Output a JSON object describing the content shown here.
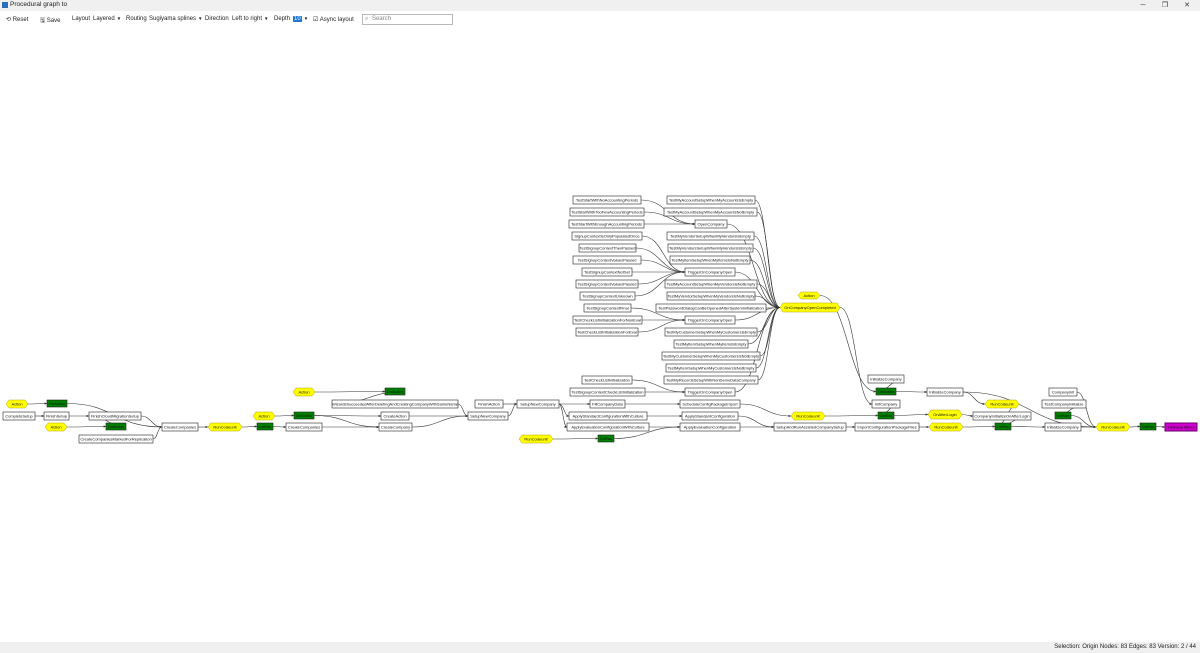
{
  "window": {
    "title": "Procedural graph to",
    "minimize": "─",
    "maximize": "❐",
    "close": "✕"
  },
  "toolbar": {
    "reset": "Reset",
    "save": "Save",
    "layout_label": "Layout",
    "layout_value": "Layered",
    "routing_label": "Routing",
    "routing_value": "Sugiyama splines",
    "direction_label": "Direction",
    "direction_value": "Left to right",
    "depth_label": "Depth",
    "depth_value": "10",
    "async_label": "Async layout",
    "async_checked": true,
    "search_placeholder": "Search"
  },
  "status": {
    "text": "Selection: Origin  Nodes: 83  Edges: 83  Version: 2 / 44"
  },
  "graph": {
    "colors": {
      "event": "#ffff00",
      "subscriber": "#008000",
      "method": "#ffffff",
      "origin": "#d000d0"
    },
    "nodes": [
      {
        "id": "n1",
        "label": "TestStartWithNoAccountingPeriods",
        "kind": "method"
      },
      {
        "id": "n2",
        "label": "TestStartWithTooFewAccountingPeriods",
        "kind": "method"
      },
      {
        "id": "n3",
        "label": "TestStartWithEnoughAccountingPeriods",
        "kind": "method"
      },
      {
        "id": "n4",
        "label": "SignupContextIsOnlyPopulatedOnce",
        "kind": "method"
      },
      {
        "id": "n5",
        "label": "TestSignupContextThenPassed",
        "kind": "method"
      },
      {
        "id": "n6",
        "label": "TestSignupContextValuesPassed",
        "kind": "method"
      },
      {
        "id": "n7",
        "label": "TestSignupContextNotSet",
        "kind": "method"
      },
      {
        "id": "n8",
        "label": "TestSignupContextValuesPassed",
        "kind": "method"
      },
      {
        "id": "n9",
        "label": "TestSignupContextUnknown",
        "kind": "method"
      },
      {
        "id": "n10",
        "label": "TestSignupContextFinal",
        "kind": "method"
      },
      {
        "id": "n11",
        "label": "TestCheckListInitializationForNonEval",
        "kind": "method"
      },
      {
        "id": "n12",
        "label": "TestCheckListInitializationForEval",
        "kind": "method"
      },
      {
        "id": "n13",
        "label": "TestMyAccountSetupWhenMyAccountsIsEmpty",
        "kind": "method"
      },
      {
        "id": "n14",
        "label": "TestMyAccountSetupWhenMyAccountsNotEmpty",
        "kind": "method"
      },
      {
        "id": "n15",
        "label": "OpenCompany",
        "kind": "method"
      },
      {
        "id": "n16",
        "label": "TestMyVendorSetupWhenMyVendorsIsEmpty",
        "kind": "method"
      },
      {
        "id": "n17",
        "label": "TestMyVendorsSetupWhenMyVendorsIsEmpty",
        "kind": "method"
      },
      {
        "id": "n18",
        "label": "TestMyItemSetupWhenMyItemsIsNotEmpty",
        "kind": "method"
      },
      {
        "id": "n19",
        "label": "TriggerOnCompanyOpen",
        "kind": "method"
      },
      {
        "id": "n20",
        "label": "TestMyAccountSetupWhenMyVendorsIsNotEmpty",
        "kind": "method"
      },
      {
        "id": "n21",
        "label": "TestMyVendorSetupWhenMyVendorsIsNotEmpty",
        "kind": "method"
      },
      {
        "id": "n22",
        "label": "TestPasswordDialogCanBeOpenedAfterSystemInitialization",
        "kind": "method"
      },
      {
        "id": "n23",
        "label": "TriggerOnCompanyOpen",
        "kind": "method"
      },
      {
        "id": "n24",
        "label": "TestMyCustomerSetupWhenMyCustomersIsEmpty",
        "kind": "method"
      },
      {
        "id": "n25",
        "label": "TestMyItemSetupWhenMyItemsIsEmpty",
        "kind": "method"
      },
      {
        "id": "n26",
        "label": "TestMyCustomerSetupWhenMyCustomersIsNotEmpty",
        "kind": "method"
      },
      {
        "id": "n27",
        "label": "TestMyItemSetupWhenMyCustomersIsNotEmpty",
        "kind": "method"
      },
      {
        "id": "n28",
        "label": "TestMyRecordsSetupWithNonDemoDataCompany",
        "kind": "method"
      },
      {
        "id": "n29",
        "label": "TestCheckListInitialization",
        "kind": "method"
      },
      {
        "id": "n30",
        "label": "TestSignupContextCheckListInitialization",
        "kind": "method"
      },
      {
        "id": "n31",
        "label": "TriggerOnCompanyOpen",
        "kind": "method"
      },
      {
        "id": "n32",
        "label": "OnCompanyOpenCompleted",
        "kind": "event"
      },
      {
        "id": "n33",
        "label": "Action",
        "kind": "event"
      },
      {
        "id": "n34",
        "label": "InitializeCompany",
        "kind": "method"
      },
      {
        "id": "n35",
        "label": "OnAction",
        "kind": "subscriber"
      },
      {
        "id": "n36",
        "label": "InitializeCompany",
        "kind": "method"
      },
      {
        "id": "n37",
        "label": "InitCompany",
        "kind": "method"
      },
      {
        "id": "n38",
        "label": "OnRun",
        "kind": "subscriber"
      },
      {
        "id": "n39",
        "label": "OnAfterLogin",
        "kind": "event"
      },
      {
        "id": "n40",
        "label": "RunCodeunit",
        "kind": "event"
      },
      {
        "id": "n41",
        "label": "CompanyInitializeOnAfterLogin",
        "kind": "method"
      },
      {
        "id": "n42",
        "label": "RunCodeunit",
        "kind": "event"
      },
      {
        "id": "n43",
        "label": "OnRun",
        "kind": "subscriber"
      },
      {
        "id": "n44",
        "label": "CompanyInit",
        "kind": "method"
      },
      {
        "id": "n45",
        "label": "TestCompanyInitialize",
        "kind": "method"
      },
      {
        "id": "n46",
        "label": "OnRun",
        "kind": "subscriber"
      },
      {
        "id": "n47",
        "label": "InitializeCompany",
        "kind": "method"
      },
      {
        "id": "n48",
        "label": "RunCodeunit",
        "kind": "event"
      },
      {
        "id": "n49",
        "label": "OnRun",
        "kind": "subscriber"
      },
      {
        "id": "n50",
        "label": "InitSetupTables",
        "kind": "origin"
      },
      {
        "id": "n51",
        "label": "ImportConfigurationPackageFiles",
        "kind": "method"
      },
      {
        "id": "n52",
        "label": "SetupAndRunAssistedCompanySetup",
        "kind": "method"
      },
      {
        "id": "n53",
        "label": "RunCodeunit",
        "kind": "event"
      },
      {
        "id": "n54",
        "label": "ScheduleConfigPackageImport",
        "kind": "method"
      },
      {
        "id": "n55",
        "label": "ApplyStandardConfiguration",
        "kind": "method"
      },
      {
        "id": "n56",
        "label": "ApplyEvaluationConfiguration",
        "kind": "method"
      },
      {
        "id": "n57",
        "label": "FillCompanyData",
        "kind": "method"
      },
      {
        "id": "n58",
        "label": "ApplyStandardConfigurationWithCulture",
        "kind": "method"
      },
      {
        "id": "n59",
        "label": "ApplyEvaluationConfigurationWithCulture",
        "kind": "method"
      },
      {
        "id": "n60",
        "label": "OnRun",
        "kind": "subscriber"
      },
      {
        "id": "n61",
        "label": "RunCodeunit",
        "kind": "event"
      },
      {
        "id": "n62",
        "label": "SetupNewCompany",
        "kind": "method"
      },
      {
        "id": "n63",
        "label": "FinishAction",
        "kind": "method"
      },
      {
        "id": "n64",
        "label": "SetupNewCompany",
        "kind": "method"
      },
      {
        "id": "n65",
        "label": "WizardsSucceededAfterDeletingAndCreatingCompanyWithSameName",
        "kind": "method"
      },
      {
        "id": "n66",
        "label": "CreateAction",
        "kind": "method"
      },
      {
        "id": "n67",
        "label": "CreateCompany",
        "kind": "method"
      },
      {
        "id": "n68",
        "label": "OnAction",
        "kind": "subscriber"
      },
      {
        "id": "n69",
        "label": "Action",
        "kind": "event"
      },
      {
        "id": "n70",
        "label": "OnAction",
        "kind": "subscriber"
      },
      {
        "id": "n71",
        "label": "Action",
        "kind": "event"
      },
      {
        "id": "n72",
        "label": "CreateCompanies",
        "kind": "method"
      },
      {
        "id": "n73",
        "label": "OnRun",
        "kind": "subscriber"
      },
      {
        "id": "n74",
        "label": "RunCodeunit",
        "kind": "event"
      },
      {
        "id": "n75",
        "label": "CreateCompanies",
        "kind": "method"
      },
      {
        "id": "n76",
        "label": "FinishCloudMigrationSetup",
        "kind": "method"
      },
      {
        "id": "n77",
        "label": "CreateCompaniesMarkedForReplication",
        "kind": "method"
      },
      {
        "id": "n78",
        "label": "FinishSetup",
        "kind": "method"
      },
      {
        "id": "n79",
        "label": "CompleteSetup",
        "kind": "method"
      },
      {
        "id": "n80",
        "label": "OnAction",
        "kind": "subscriber"
      },
      {
        "id": "n81",
        "label": "Action",
        "kind": "event"
      },
      {
        "id": "n82",
        "label": "OnAction",
        "kind": "subscriber"
      },
      {
        "id": "n83",
        "label": "Action",
        "kind": "event"
      }
    ],
    "edges": [
      [
        "n1",
        "n15"
      ],
      [
        "n2",
        "n15"
      ],
      [
        "n3",
        "n15"
      ],
      [
        "n4",
        "n19"
      ],
      [
        "n5",
        "n19"
      ],
      [
        "n6",
        "n19"
      ],
      [
        "n7",
        "n19"
      ],
      [
        "n8",
        "n19"
      ],
      [
        "n9",
        "n19"
      ],
      [
        "n10",
        "n23"
      ],
      [
        "n11",
        "n23"
      ],
      [
        "n12",
        "n23"
      ],
      [
        "n29",
        "n31"
      ],
      [
        "n30",
        "n31"
      ],
      [
        "n13",
        "n32"
      ],
      [
        "n14",
        "n32"
      ],
      [
        "n15",
        "n32"
      ],
      [
        "n16",
        "n32"
      ],
      [
        "n17",
        "n32"
      ],
      [
        "n18",
        "n32"
      ],
      [
        "n19",
        "n32"
      ],
      [
        "n20",
        "n32"
      ],
      [
        "n21",
        "n32"
      ],
      [
        "n22",
        "n32"
      ],
      [
        "n23",
        "n32"
      ],
      [
        "n24",
        "n32"
      ],
      [
        "n25",
        "n32"
      ],
      [
        "n26",
        "n32"
      ],
      [
        "n27",
        "n32"
      ],
      [
        "n28",
        "n32"
      ],
      [
        "n31",
        "n32"
      ],
      [
        "n32",
        "n37"
      ],
      [
        "n33",
        "n35"
      ],
      [
        "n34",
        "n35"
      ],
      [
        "n35",
        "n36"
      ],
      [
        "n36",
        "n40"
      ],
      [
        "n36",
        "n48"
      ],
      [
        "n37",
        "n38"
      ],
      [
        "n38",
        "n39"
      ],
      [
        "n39",
        "n41"
      ],
      [
        "n41",
        "n43"
      ],
      [
        "n40",
        "n43"
      ],
      [
        "n43",
        "n47"
      ],
      [
        "n44",
        "n48"
      ],
      [
        "n45",
        "n46"
      ],
      [
        "n46",
        "n48"
      ],
      [
        "n47",
        "n48"
      ],
      [
        "n48",
        "n49"
      ],
      [
        "n49",
        "n50"
      ],
      [
        "n51",
        "n42"
      ],
      [
        "n42",
        "n43"
      ],
      [
        "n52",
        "n51"
      ],
      [
        "n53",
        "n38"
      ],
      [
        "n54",
        "n53"
      ],
      [
        "n55",
        "n52"
      ],
      [
        "n56",
        "n52"
      ],
      [
        "n57",
        "n54"
      ],
      [
        "n58",
        "n55"
      ],
      [
        "n59",
        "n56"
      ],
      [
        "n60",
        "n56"
      ],
      [
        "n61",
        "n60"
      ],
      [
        "n62",
        "n57"
      ],
      [
        "n62",
        "n58"
      ],
      [
        "n62",
        "n59"
      ],
      [
        "n63",
        "n62"
      ],
      [
        "n64",
        "n62"
      ],
      [
        "n65",
        "n64"
      ],
      [
        "n66",
        "n64"
      ],
      [
        "n67",
        "n64"
      ],
      [
        "n68",
        "n65"
      ],
      [
        "n69",
        "n68"
      ],
      [
        "n70",
        "n66"
      ],
      [
        "n70",
        "n67"
      ],
      [
        "n71",
        "n70"
      ],
      [
        "n72",
        "n67"
      ],
      [
        "n73",
        "n72"
      ],
      [
        "n74",
        "n73"
      ],
      [
        "n75",
        "n74"
      ],
      [
        "n76",
        "n75"
      ],
      [
        "n77",
        "n75"
      ],
      [
        "n78",
        "n76"
      ],
      [
        "n79",
        "n78"
      ],
      [
        "n80",
        "n76"
      ],
      [
        "n81",
        "n80"
      ],
      [
        "n82",
        "n75"
      ],
      [
        "n83",
        "n82"
      ]
    ]
  }
}
